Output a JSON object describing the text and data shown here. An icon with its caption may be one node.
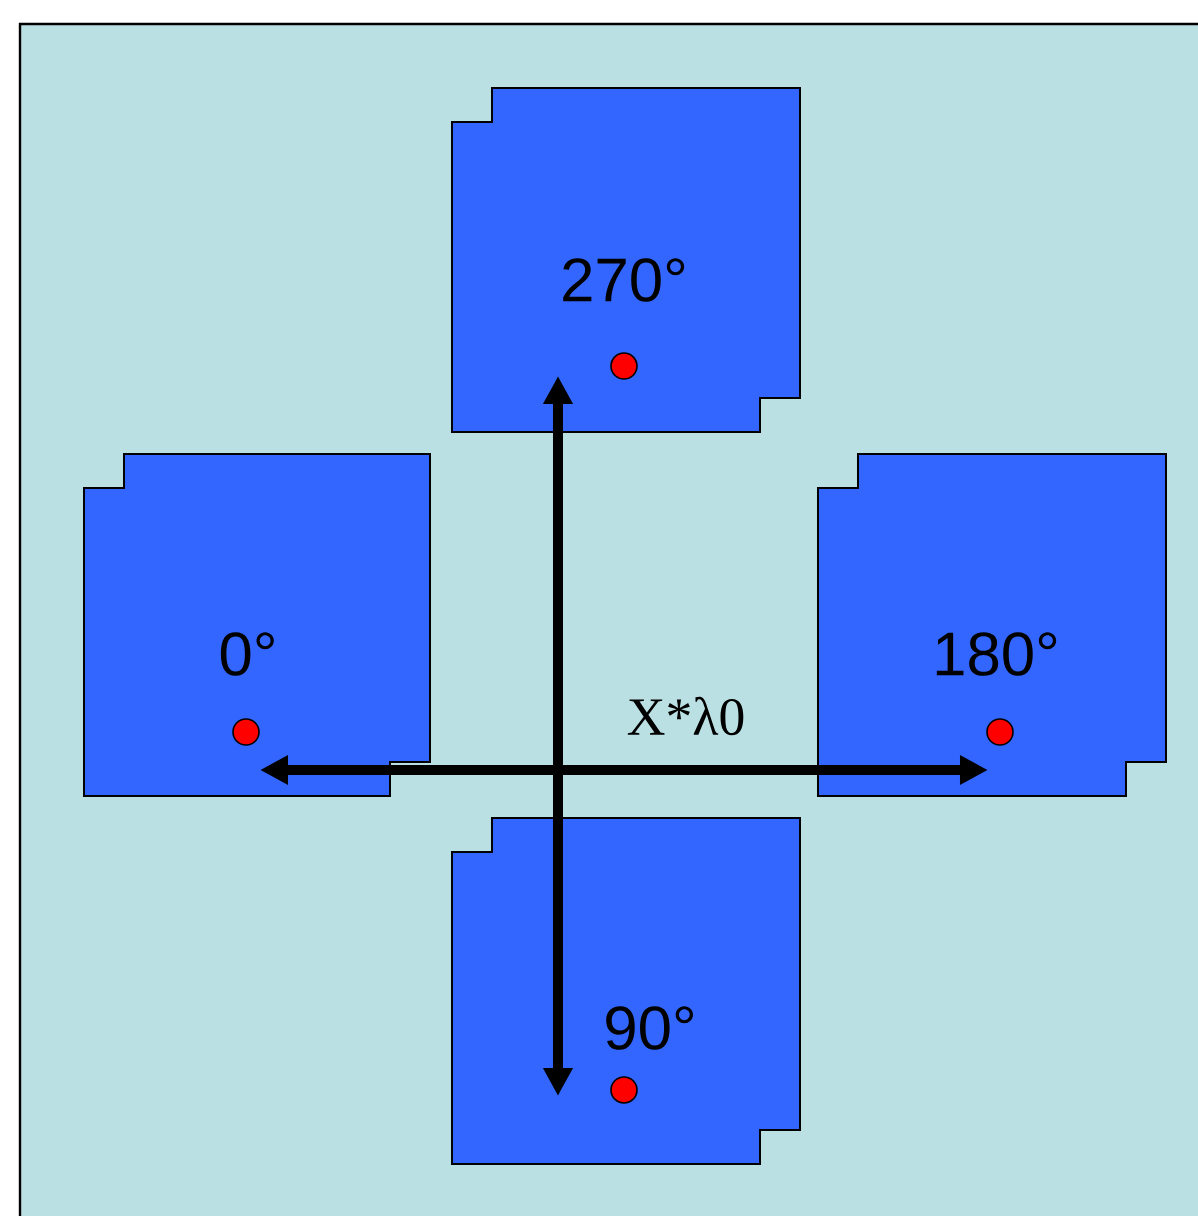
{
  "diagram": {
    "nodes": [
      {
        "text": [
          "270°"
        ]
      },
      {
        "text": [
          "0°"
        ]
      },
      {
        "text": [
          "180°"
        ]
      },
      {
        "text": [
          "90°"
        ]
      }
    ],
    "edges": [
      {
        "from": 0,
        "to": 3,
        "arrow": "both"
      },
      {
        "from": 1,
        "to": 2,
        "arrow": "both",
        "label": "X*λ0"
      }
    ]
  }
}
